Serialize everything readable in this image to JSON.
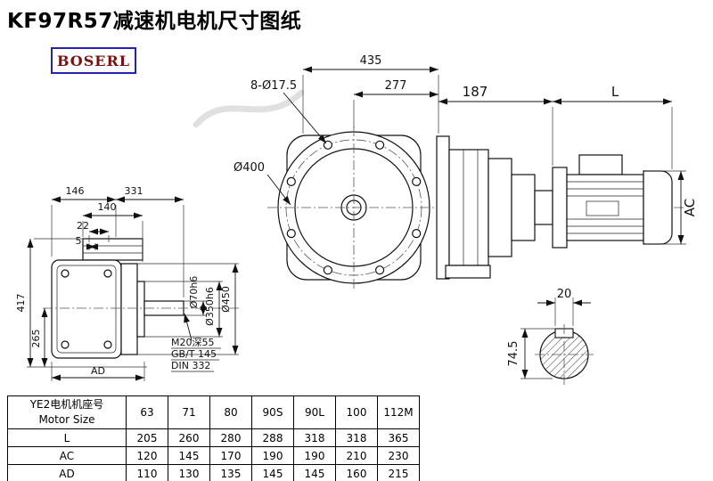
{
  "title": "KF97R57减速机电机尺寸图纸",
  "logo": "BOSERL",
  "front_view": {
    "dim_435": "435",
    "dim_bolt": "8-Ø17.5",
    "dim_277": "277",
    "dim_400": "Ø400"
  },
  "side_view": {
    "dim_187": "187",
    "dim_L": "L",
    "dim_AC": "AC"
  },
  "left_view": {
    "dim_146": "146",
    "dim_331": "331",
    "dim_140": "140",
    "dim_22": "22",
    "dim_5": "5",
    "dim_417": "417",
    "dim_265": "265",
    "dim_AD": "AD",
    "dim_shaft": "Ø70h6",
    "dim_spigot": "Ø350h6",
    "dim_flange": "Ø450",
    "note_tap": "M20深55",
    "note_gb": "GB/T 145",
    "note_din": "DIN 332"
  },
  "section_view": {
    "dim_20": "20",
    "dim_745": "74.5"
  },
  "table": {
    "header_line1": "YE2电机机座号",
    "header_line2": "Motor Size",
    "columns": [
      "63",
      "71",
      "80",
      "90S",
      "90L",
      "100",
      "112M"
    ],
    "rows": [
      {
        "label": "L",
        "values": [
          "205",
          "260",
          "280",
          "288",
          "318",
          "318",
          "365"
        ]
      },
      {
        "label": "AC",
        "values": [
          "120",
          "145",
          "170",
          "190",
          "190",
          "210",
          "230"
        ]
      },
      {
        "label": "AD",
        "values": [
          "110",
          "130",
          "135",
          "145",
          "145",
          "160",
          "215"
        ]
      }
    ]
  }
}
